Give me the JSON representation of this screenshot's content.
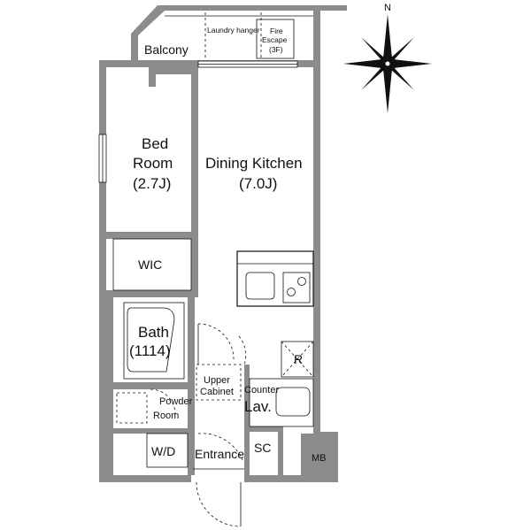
{
  "rooms": {
    "balcony": "Balcony",
    "laundry": "Laundry hanger",
    "fire_escape_1": "Fire",
    "fire_escape_2": "Escape",
    "fire_escape_3": "(3F)",
    "bedroom_1": "Bed",
    "bedroom_2": "Room",
    "bedroom_3": "(2.7J)",
    "dining_1": "Dining Kitchen",
    "dining_2": "(7.0J)",
    "wic": "WIC",
    "bath_1": "Bath",
    "bath_2": "(1114)",
    "fridge": "R",
    "upper_cabinet_1": "Upper",
    "upper_cabinet_2": "Cabinet",
    "counter_1": "Counter",
    "counter_2": "Lav.",
    "powder_1": "Powder",
    "powder_2": "Room",
    "wd": "W/D",
    "entrance": "Entrance",
    "sc": "SC",
    "mb": "MB"
  },
  "compass": {
    "north": "N"
  },
  "colors": {
    "wall": "#8c8c8c",
    "ink": "#111111",
    "background": "#ffffff"
  }
}
